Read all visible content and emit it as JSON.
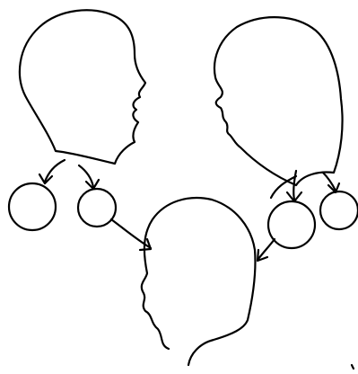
{
  "colors": {
    "background": "#ffffff",
    "ink": "#000000"
  },
  "figures": {
    "left_head": "head-facing-right",
    "right_head": "head-facing-left",
    "bottom_head": "head-facing-left"
  },
  "genes": {
    "from_left_parent": 2,
    "from_right_parent": 2,
    "inherited_by_child": 2
  }
}
